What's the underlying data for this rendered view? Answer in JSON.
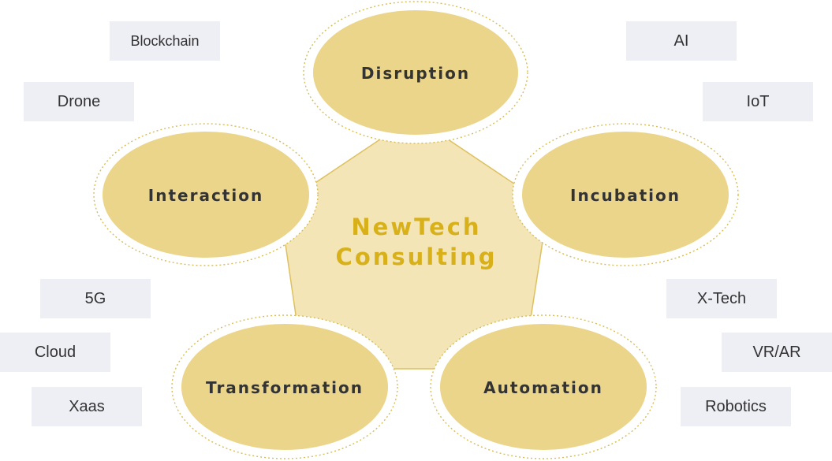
{
  "center": {
    "line1": "NewTech",
    "line2": "Consulting"
  },
  "nodes": {
    "disruption": "Disruption",
    "incubation": "Incubation",
    "automation": "Automation",
    "transformation": "Transformation",
    "interaction": "Interaction"
  },
  "tags": {
    "blockchain": "Blockchain",
    "drone": "Drone",
    "ai": "AI",
    "iot": "IoT",
    "five_g": "5G",
    "cloud": "Cloud",
    "xaas": "Xaas",
    "xtech": "X-Tech",
    "vrar": "VR/AR",
    "robotics": "Robotics"
  },
  "colors": {
    "circle_fill": "#ebd58a",
    "pentagon_fill": "#f3e5b5",
    "pentagon_stroke": "#ddc160",
    "dashed_ring": "#d8bd55",
    "tag_background": "#eeeff4",
    "center_text": "#d8b11a",
    "label_text": "#333333"
  }
}
